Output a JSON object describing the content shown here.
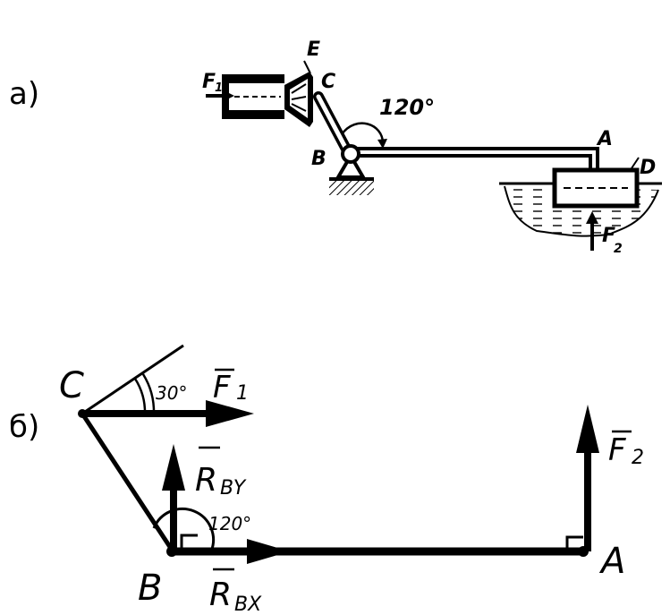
{
  "panel_a": {
    "label": "а)",
    "angle": "120°",
    "points": {
      "E": "E",
      "C": "C",
      "B": "B",
      "A": "A",
      "D": "D"
    },
    "forces": {
      "f1_letter": "F",
      "f1_sub": "1",
      "f2_letter": "F",
      "f2_sub": "2"
    }
  },
  "panel_b": {
    "label": "б)",
    "points": {
      "C": "C",
      "B": "B",
      "A": "A"
    },
    "angle_c": "30°",
    "angle_b": "120°",
    "forces": {
      "f1_letter": "F",
      "f1_sub": "1",
      "f2_letter": "F",
      "f2_sub": "2",
      "rby_letter": "R",
      "rby_sub": "BY",
      "rbx_letter": "R",
      "rbx_sub": "BX"
    }
  },
  "colors": {
    "ink": "#000000",
    "paper": "#ffffff"
  }
}
